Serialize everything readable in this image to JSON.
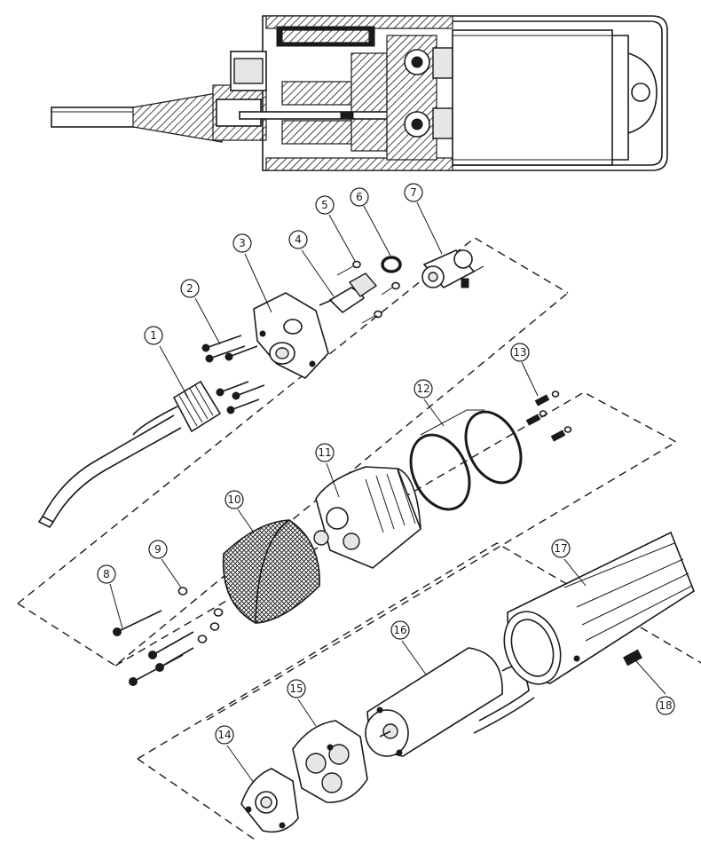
{
  "part_numbers": [
    "1",
    "2",
    "3",
    "4",
    "5",
    "6",
    "7",
    "8",
    "9",
    "10",
    "11",
    "12",
    "13",
    "14",
    "15",
    "16",
    "17",
    "18"
  ]
}
